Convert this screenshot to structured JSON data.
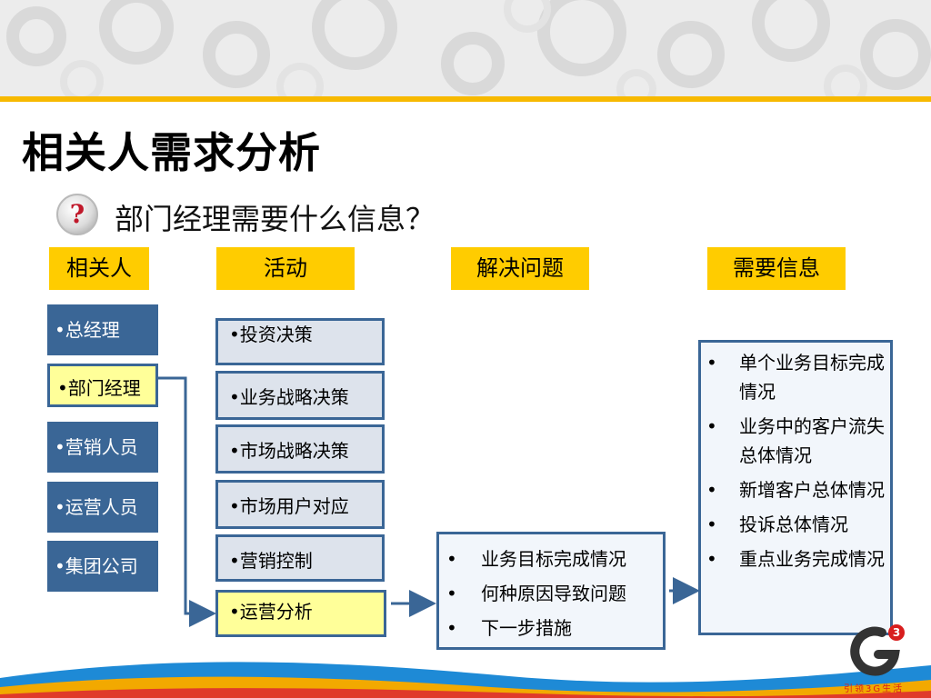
{
  "slide": {
    "title": "相关人需求分析",
    "question_icon": "question-mark-icon",
    "question_glyph": "?",
    "question": "部门经理需要什么信息？"
  },
  "columns": {
    "stakeholders": "相关人",
    "activities": "活动",
    "problems": "解决问题",
    "info": "需要信息"
  },
  "stakeholders": [
    "•总经理",
    "•部门经理",
    "•营销人员",
    "•运营人员",
    "•集团公司"
  ],
  "activities": [
    "•投资决策",
    "•业务战略决策",
    "•市场战略决策",
    "•市场用户对应",
    "•营销控制",
    "•运营分析"
  ],
  "problems": [
    "业务目标完成情况",
    "何种原因导致问题",
    "下一步措施"
  ],
  "info": [
    "单个业务目标完成情况",
    "业务中的客户流失总体情况",
    "新增客户总体情况",
    "投诉总体情况",
    "重点业务完成情况"
  ],
  "bullet": "•",
  "footer": {
    "logo_icon": "3g-logo-icon",
    "badge": "3",
    "slogan": "引领3G生活"
  },
  "colors": {
    "accent_gold": "#ffcc00",
    "box_blue": "#3a6696",
    "highlight": "#ffff99",
    "brand_red": "#d81e1e"
  }
}
